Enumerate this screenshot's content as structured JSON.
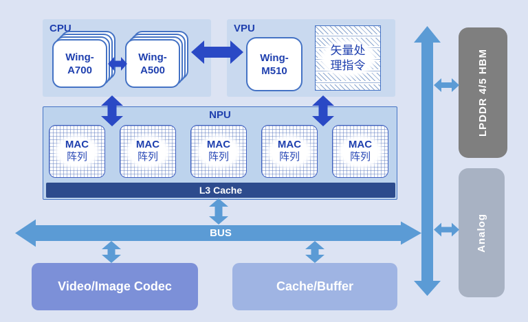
{
  "blocks": {
    "cpu": {
      "label": "CPU"
    },
    "vpu": {
      "label": "VPU"
    },
    "npu": {
      "label": "NPU"
    },
    "cores": {
      "a700": {
        "line1": "Wing-",
        "line2": "A700"
      },
      "a500": {
        "line1": "Wing-",
        "line2": "A500"
      },
      "m510": {
        "line1": "Wing-",
        "line2": "M510"
      }
    },
    "vector_instr": {
      "line1": "矢量处",
      "line2": "理指令"
    },
    "mac_units": [
      {
        "line1": "MAC",
        "line2": "阵列"
      },
      {
        "line1": "MAC",
        "line2": "阵列"
      },
      {
        "line1": "MAC",
        "line2": "阵列"
      },
      {
        "line1": "MAC",
        "line2": "阵列"
      },
      {
        "line1": "MAC",
        "line2": "阵列"
      }
    ],
    "l3_cache": {
      "label": "L3 Cache"
    },
    "bus": {
      "label": "BUS"
    },
    "video_codec": {
      "label": "Video/Image Codec"
    },
    "cache_buffer": {
      "label": "Cache/Buffer"
    },
    "lpddr": {
      "label": "LPDDR 4/5 HBM"
    },
    "analog": {
      "label": "Analog"
    }
  },
  "colors": {
    "background": "#dce3f3",
    "group_fill": "#c9d9ef",
    "npu_fill": "#bdd3ed",
    "dark_arrow": "#2a49c5",
    "light_arrow": "#5b9bd5",
    "l3_bar": "#2d4b8d",
    "video_codec_fill": "#7c90d8",
    "cache_buffer_fill": "#9fb4e3",
    "lpddr_fill": "#7f7f7f",
    "analog_fill": "#a8b2c3",
    "card_border": "#4472c4",
    "dark_text": "#1e3fae"
  }
}
